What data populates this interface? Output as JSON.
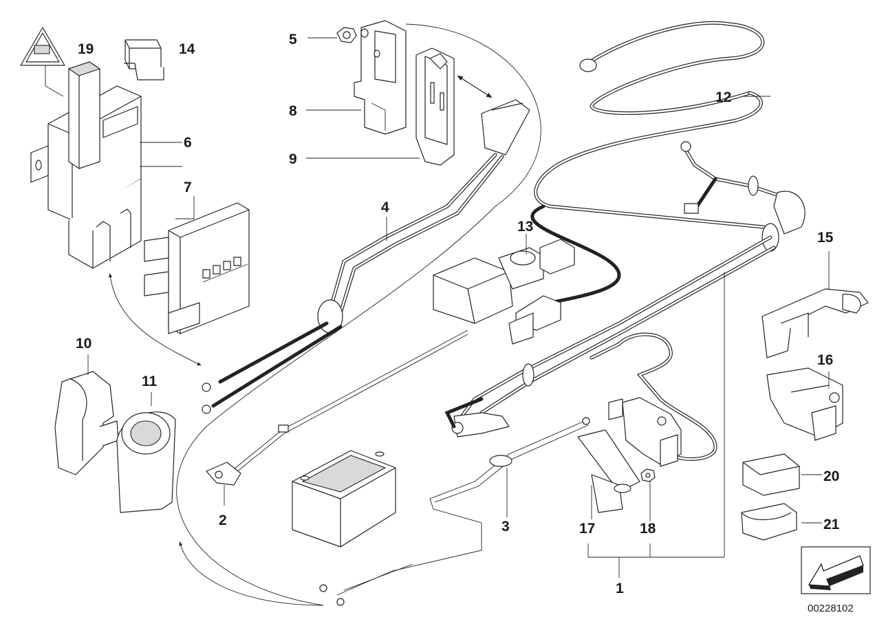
{
  "diagram": {
    "callouts": [
      {
        "id": "c1",
        "text": "1"
      },
      {
        "id": "c2",
        "text": "2"
      },
      {
        "id": "c3",
        "text": "3"
      },
      {
        "id": "c4",
        "text": "4"
      },
      {
        "id": "c5",
        "text": "5"
      },
      {
        "id": "c6",
        "text": "6"
      },
      {
        "id": "c7",
        "text": "7"
      },
      {
        "id": "c8",
        "text": "8"
      },
      {
        "id": "c9",
        "text": "9"
      },
      {
        "id": "c10",
        "text": "10"
      },
      {
        "id": "c11",
        "text": "11"
      },
      {
        "id": "c12",
        "text": "12"
      },
      {
        "id": "c13",
        "text": "13"
      },
      {
        "id": "c14",
        "text": "14"
      },
      {
        "id": "c15",
        "text": "15"
      },
      {
        "id": "c16",
        "text": "16"
      },
      {
        "id": "c17",
        "text": "17"
      },
      {
        "id": "c18",
        "text": "18"
      },
      {
        "id": "c19",
        "text": "19"
      },
      {
        "id": "c20",
        "text": "20"
      },
      {
        "id": "c21",
        "text": "21"
      }
    ],
    "drawing_number": "00228102",
    "nav_icon": "arrow-next-icon"
  }
}
